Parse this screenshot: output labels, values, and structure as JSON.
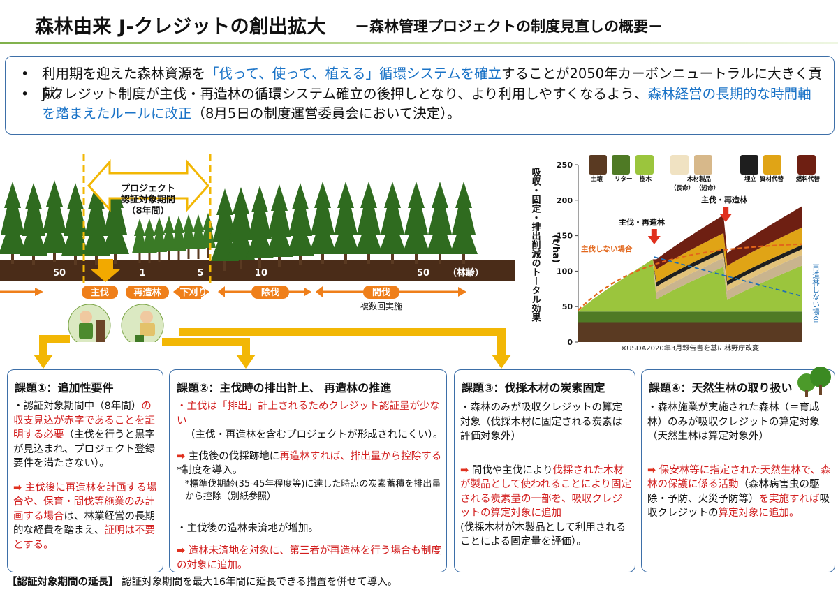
{
  "title": {
    "main": "森林由来 J-クレジットの創出拡大",
    "sub": "－森林管理プロジェクトの制度見直しの概要－"
  },
  "summary": {
    "bullet": "•",
    "line1_pre": "利用期を迎えた森林資源を",
    "line1_hl": "「伐って、使って、植える」循環システムを確立",
    "line1_post": "することが2050年カーボンニュートラルに大きく貢献。",
    "line2_pre": "J-クレジット制度が主伐・再造林の循環システム確立の後押しとなり、より利用しやすくなるよう、",
    "line2_hl1": "森林経営の長期的な時間軸",
    "line2_hl2": "を踏まえたルールに改正",
    "line2_post": "（8月5日の制度運営委員会において決定）。"
  },
  "forest": {
    "period_label": [
      "プロジェクト",
      "認証対象期間",
      "（8年間）"
    ],
    "age_labels": [
      "50",
      "1",
      "5",
      "10",
      "50",
      "（林齢）"
    ],
    "stages": [
      "主伐",
      "再造林",
      "下刈り",
      "除伐",
      "間伐"
    ],
    "thinning_note": "複数回実施"
  },
  "chart_data": {
    "type": "area",
    "title": "",
    "ylabel": "吸収・固定・排出削減のトータル効果(t/ha)",
    "ylim": [
      0,
      250
    ],
    "yticks": [
      0,
      50,
      100,
      150,
      200,
      250
    ],
    "legend": [
      "土壌",
      "リター",
      "樹木",
      "木材製品",
      "（長命）",
      "（短命）",
      "埋立",
      "資材代替",
      "燃料代替"
    ],
    "annotations": [
      "主伐・再造林",
      "主伐・再造林",
      "主伐しない場合",
      "再造林しない場合"
    ],
    "source_note": "※USDA2020年3月報告書を基に林野庁改変",
    "colors": {
      "soil": "#5a3a22",
      "litter": "#4f7a25",
      "tree": "#9bc53d",
      "wood_long": "#c9b48e",
      "wood_short": "#e2c27a",
      "landfill": "#1e1e1e",
      "material": "#e0a416",
      "fuel": "#6e1f12"
    }
  },
  "tasks": [
    {
      "title": "課題①：追加性要件",
      "p1_pre": "・認証対象期間中（8年間）",
      "p1_hl": "の収支見込が赤字であることを証明する必要",
      "p1_post": "（主伐を行うと黒字が見込まれ、プロジェクト登録要件を満たさない）。",
      "p2_arrow": "➡",
      "p2": "主伐後に再造林を計画する場合や、保育・間伐等施業のみ計画する場合",
      "p2_post": "は、林業経営の長期的な経費を踏まえ、",
      "p2_tail": "証明は不要とする。"
    },
    {
      "title": "課題②：主伐時の排出計上、 再造林の推進",
      "p1_hl": "・主伐は「排出」計上されるためクレジット認証量が少ない",
      "p1_post": "（主伐・再造林を含むプロジェクトが形成されにくい）。",
      "p2_arrow": "➡",
      "p2_pre": "主伐後の伐採跡地に",
      "p2_hl": "再造林すれば、排出量から控除する",
      "p2_post": "*制度を導入。",
      "p2_note": "*標準伐期齢(35-45年程度等)に達した時点の炭素蓄積を排出量から控除（別紙参照）",
      "p3": "・主伐後の造林未済地が増加。",
      "p4_arrow": "➡",
      "p4_hl": "造林未済地を対象に、第三者が再造林を行う場合も制度の対象に追加。"
    },
    {
      "title": "課題③：伐採木材の炭素固定",
      "p1": "・森林のみが吸収クレジットの算定対象（伐採木材に固定される炭素は評価対象外）",
      "p2_arrow": "➡",
      "p2_pre": "間伐や主伐により",
      "p2_hl": "伐採された木材が製品として使われることにより固定される炭素量の一部を、吸収クレジットの算定対象に追加",
      "p2_post": "(伐採木材が木製品として利用されることによる固定量を評価）。"
    },
    {
      "title": "課題④：天然生林の取り扱い",
      "p1": "・森林施業が実施された森林（＝育成林）のみが吸収クレジットの算定対象（天然生林は算定対象外）",
      "p2_arrow": "➡",
      "p2_hl1": "保安林等に指定された天然生林で、森林の保護に係る活動",
      "p2_mid": "（森林病害虫の駆除・予防、火災予防等）",
      "p2_hl2": "を実施すれば",
      "p2_mid2": "吸収クレジットの",
      "p2_hl3": "算定対象に追加。"
    }
  ],
  "footer": {
    "label": "【認証対象期間の延長】",
    "text": "認証対象期間を最大16年間に延長できる措置を併せて導入。"
  }
}
